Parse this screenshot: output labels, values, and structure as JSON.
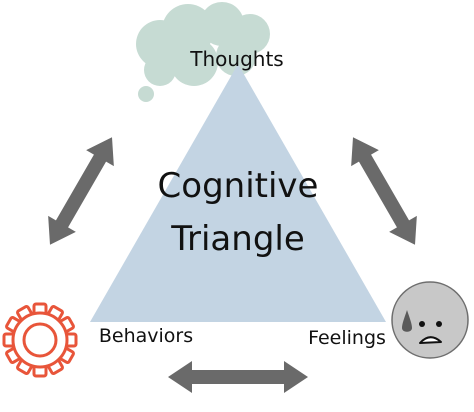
{
  "diagram": {
    "title_line1": "Cognitive",
    "title_line2": "Triangle",
    "labels": {
      "thoughts": "Thoughts",
      "behaviors": "Behaviors",
      "feelings": "Feelings"
    }
  },
  "colors": {
    "triangle_fill": "#c3d4e3",
    "cloud_fill": "#c6dbd3",
    "arrow_fill": "#6a6a6a",
    "gear_stroke": "#e8553a",
    "face_fill": "#c8c8c8",
    "tear_fill": "#5a5a5a",
    "text": "#111111"
  },
  "icons": {
    "thoughts": "thought-cloud-icon",
    "behaviors": "gear-icon",
    "feelings": "sad-face-icon",
    "connectors": "double-arrow-icon"
  }
}
